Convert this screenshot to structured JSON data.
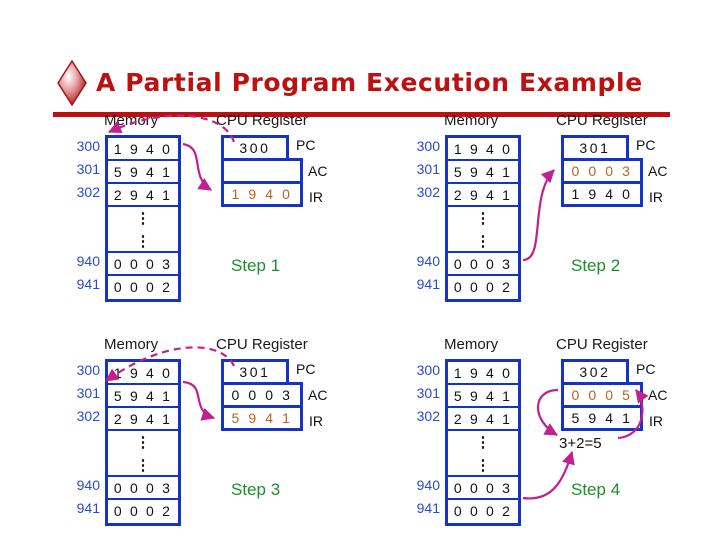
{
  "slide": {
    "title": "A Partial Program Execution Example",
    "bullet_icon": "diamond-icon",
    "title_color": "#bb1111",
    "rule_color": "#bb1111",
    "background": "#ffffff"
  },
  "labels": {
    "memory_header": "Memory",
    "cpu_header": "CPU Register",
    "pc": "PC",
    "ac": "AC",
    "ir": "IR",
    "dots": "⋮"
  },
  "colors": {
    "box_border": "#1533c8",
    "address_text": "#2a4bd0",
    "value_text": "#111111",
    "highlight_text": "#b4651b",
    "step_text": "#1a8f2a",
    "arrow": "#c21f90"
  },
  "memory": {
    "addresses": [
      "300",
      "301",
      "302",
      "",
      "",
      "940",
      "941"
    ],
    "values": [
      "1 9 4 0",
      "5 9 4 1",
      "2 9 4 1",
      "⋮",
      "⋮",
      "0 0 0 3",
      "0 0 0 2"
    ]
  },
  "steps": [
    {
      "id": "step-1",
      "label": "Step 1",
      "registers": {
        "pc": "300",
        "ac": "",
        "ir": "1 9 4 0"
      },
      "highlight": "ir",
      "annotation": ""
    },
    {
      "id": "step-2",
      "label": "Step 2",
      "registers": {
        "pc": "301",
        "ac": "0 0 0 3",
        "ir": "1 9 4 0"
      },
      "highlight": "ac",
      "annotation": ""
    },
    {
      "id": "step-3",
      "label": "Step 3",
      "registers": {
        "pc": "301",
        "ac": "0 0 0 3",
        "ir": "5 9 4 1"
      },
      "highlight": "ir",
      "annotation": ""
    },
    {
      "id": "step-4",
      "label": "Step 4",
      "registers": {
        "pc": "302",
        "ac": "0 0 0 5",
        "ir": "5 9 4 1"
      },
      "highlight": "ac",
      "annotation": "3+2=5"
    }
  ]
}
